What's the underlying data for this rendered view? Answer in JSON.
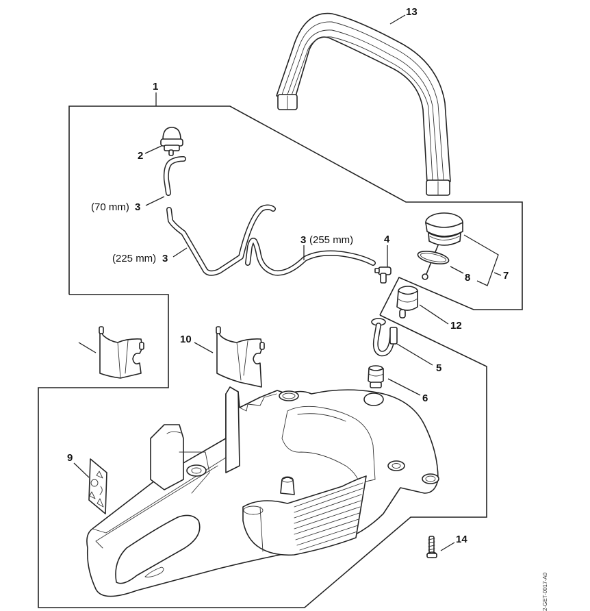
{
  "diagram": {
    "type": "exploded parts diagram",
    "drawing_code": "2-GET-0017-A0",
    "callouts": [
      {
        "id": "1",
        "label": "1",
        "part": "assembly"
      },
      {
        "id": "2",
        "label": "2",
        "part": "primer-bulb"
      },
      {
        "id": "3a",
        "label": "3",
        "prefix": "(70 mm)",
        "part": "fuel-hose"
      },
      {
        "id": "3b",
        "label": "3",
        "prefix": "(225 mm)",
        "part": "fuel-hose"
      },
      {
        "id": "3c",
        "label": "3",
        "suffix": "(255 mm)",
        "part": "fuel-hose"
      },
      {
        "id": "4",
        "label": "4",
        "part": "elbow-connector"
      },
      {
        "id": "5",
        "label": "5",
        "part": "u-hose"
      },
      {
        "id": "6",
        "label": "6",
        "part": "valve"
      },
      {
        "id": "7",
        "label": "7",
        "part": "tank-cap"
      },
      {
        "id": "8",
        "label": "8",
        "part": "o-ring"
      },
      {
        "id": "9",
        "label": "9",
        "part": "warning-label"
      },
      {
        "id": "10",
        "label": "10",
        "part": "heat-shield-clip"
      },
      {
        "id": "11",
        "label": "",
        "part": "heat-shield-clip-in-assembly"
      },
      {
        "id": "12",
        "label": "12",
        "part": "fuel-filter-cap"
      },
      {
        "id": "13",
        "label": "13",
        "part": "handle-bar"
      },
      {
        "id": "14",
        "label": "14",
        "part": "screw"
      }
    ]
  },
  "labels": {
    "c1": "1",
    "c2": "2",
    "c3a_prefix": "(70 mm)",
    "c3a": "3",
    "c3b_prefix": "(225 mm)",
    "c3b": "3",
    "c3c": "3",
    "c3c_suffix": "(255 mm)",
    "c4": "4",
    "c5": "5",
    "c6": "6",
    "c7": "7",
    "c8": "8",
    "c9": "9",
    "c10": "10",
    "c12": "12",
    "c13": "13",
    "c14": "14",
    "code": "2-GET-0017-A0"
  }
}
